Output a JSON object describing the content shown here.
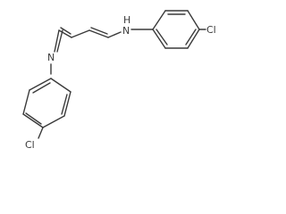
{
  "molecule": {
    "atoms": {
      "nh_n": "N",
      "nh_h": "H",
      "imine_n": "N",
      "cl_top": "Cl",
      "cl_bottom": "Cl"
    }
  },
  "colors": {
    "bond": "#3a3a3a",
    "label": "#3a3a3a",
    "background": "#ffffff"
  }
}
